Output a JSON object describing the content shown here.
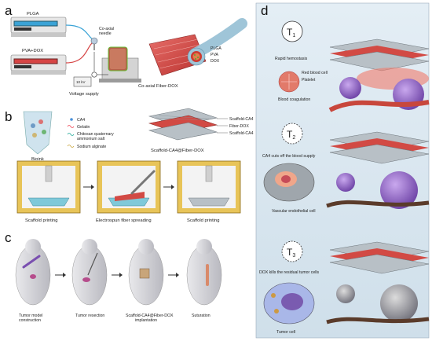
{
  "panels": {
    "a": {
      "letter": "a",
      "labels": {
        "plga": "PLGA",
        "pva_dox": "PVA+DOX",
        "coaxial_needle": "Co-axial\nneedle",
        "voltage_supply": "Voltage supply",
        "voltage_box": "10 kV",
        "fiber": "Co-axial Fiber-DOX",
        "legend_plga": "PLGA",
        "legend_pva": "PVA",
        "legend_dox": "DOX"
      }
    },
    "b": {
      "letter": "b",
      "legend": [
        "CA4",
        "Gelatin",
        "Chitosan quaternary\nammonium salt",
        "Sodium alginate"
      ],
      "bioink": "Bioink",
      "scaffold_name": "Scaffold-CA4@Fiber-DOX",
      "layers": [
        "Scaffold-CA4",
        "Fiber-DOX",
        "Scaffold-CA4"
      ],
      "steps": [
        "Scaffold printing",
        "Electrospun fiber spreading",
        "Scaffold printing"
      ]
    },
    "c": {
      "letter": "c",
      "steps": [
        "Tumor model\nconstruction",
        "Tumor resection",
        "Scaffold-CA4@Fiber-DOX\nimplantation",
        "Suturation"
      ]
    },
    "d": {
      "letter": "d",
      "stages": [
        {
          "t": "T",
          "sub": "1",
          "caption": "Rapid hemostasis",
          "labels": [
            "Red blood cell",
            "Platelet",
            "Blood coagulation"
          ]
        },
        {
          "t": "T",
          "sub": "2",
          "caption": "CA4 cuts off the blood supply",
          "labels": [
            "Vascular endothelial cell"
          ]
        },
        {
          "t": "T",
          "sub": "3",
          "caption": "DOX kills the residual tumor cells",
          "labels": [
            "Tumor cell"
          ]
        }
      ]
    }
  },
  "colors": {
    "panel_d_bg": "#d8e6f0",
    "fiber_red": "#d9534f",
    "scaffold_gray": "#9aa3aa",
    "tumor_purple": "#8a5fbf",
    "mouse_gray": "#c8c8cc"
  }
}
